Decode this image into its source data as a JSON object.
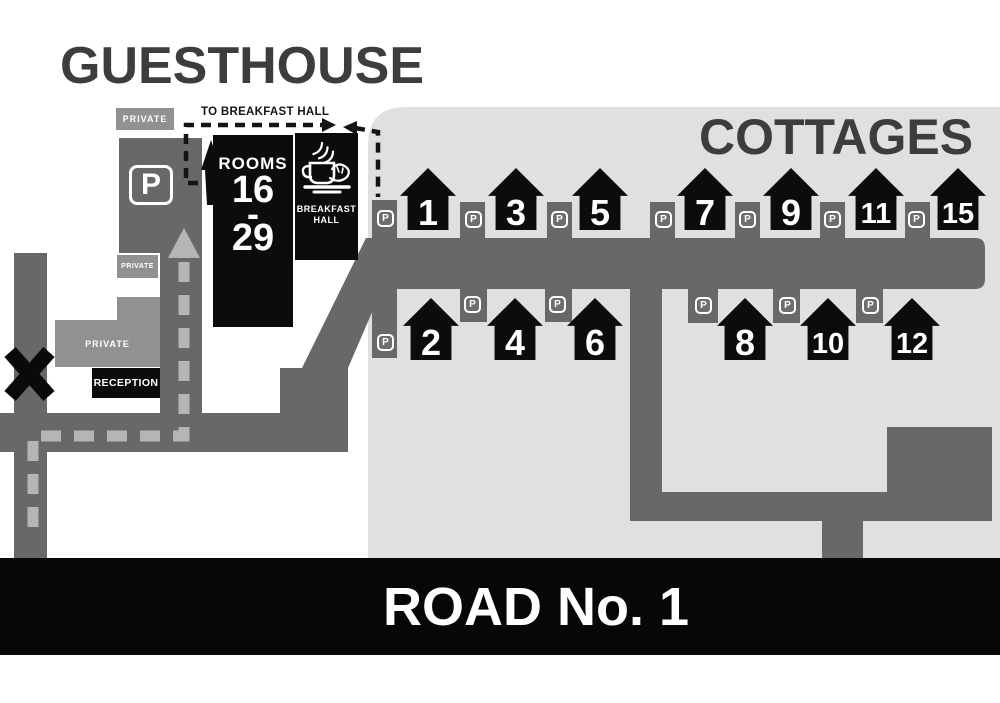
{
  "titles": {
    "guesthouse": "GUESTHOUSE",
    "cottages": "COTTAGES"
  },
  "road": {
    "label": "ROAD No. 1"
  },
  "parking": {
    "symbol": "P"
  },
  "guesthouse": {
    "rooms_building": {
      "title": "ROOMS",
      "from": "16",
      "separator": "-",
      "to": "29"
    },
    "breakfast_hall": {
      "line1": "BREAKFAST",
      "line2": "HALL",
      "icon": "coffee-cup-icon"
    },
    "route_label": "TO BREAKFAST HALL",
    "private_labels": [
      "PRIVATE",
      "PRIVATE",
      "PRIVATE"
    ],
    "reception_label": "RECEPTION"
  },
  "cottages": {
    "row_top_numbers": [
      "1",
      "3",
      "5",
      "7",
      "9",
      "11",
      "15"
    ],
    "row_bottom_numbers": [
      "2",
      "4",
      "6",
      "8",
      "10",
      "12"
    ],
    "houses": [
      {
        "number": "1"
      },
      {
        "number": "3"
      },
      {
        "number": "5"
      },
      {
        "number": "7"
      },
      {
        "number": "9"
      },
      {
        "number": "11"
      },
      {
        "number": "15"
      },
      {
        "number": "2"
      },
      {
        "number": "4"
      },
      {
        "number": "6"
      },
      {
        "number": "8"
      },
      {
        "number": "10"
      },
      {
        "number": "12"
      }
    ]
  },
  "colors": {
    "cottage_area_bg": "#e0e0e0",
    "road_grey": "#686868",
    "building_black": "#0c0c0c",
    "road_band_black": "#070707",
    "private_grey": "#919191",
    "title_grey": "#3d3d3d",
    "path_dash_light": "#b5b5b5",
    "text_white": "#ffffff"
  }
}
